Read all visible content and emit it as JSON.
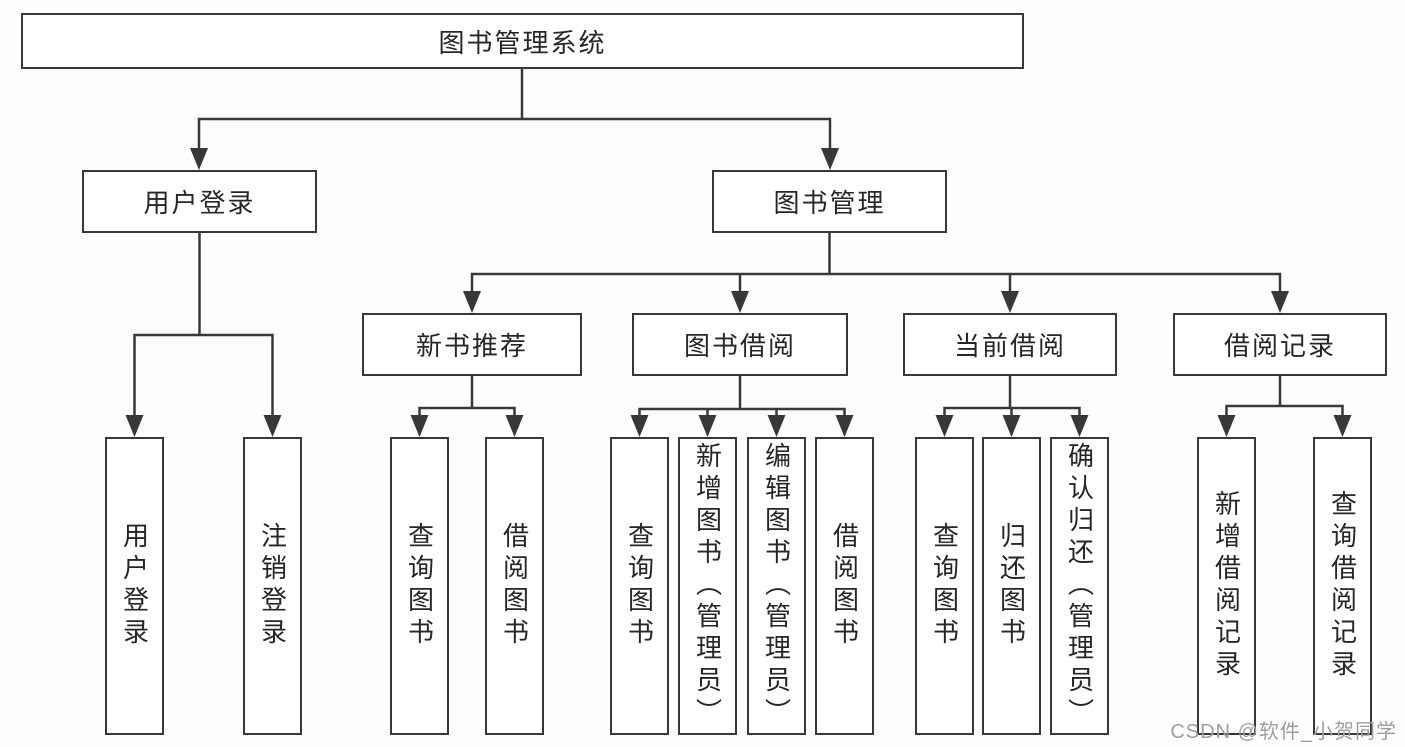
{
  "tree": {
    "label": "图书管理系统",
    "children": [
      {
        "label": "用户登录",
        "children": [
          {
            "label": "用户登录"
          },
          {
            "label": "注销登录"
          }
        ]
      },
      {
        "label": "图书管理",
        "children": [
          {
            "label": "新书推荐",
            "children": [
              {
                "label": "查询图书"
              },
              {
                "label": "借阅图书"
              }
            ]
          },
          {
            "label": "图书借阅",
            "children": [
              {
                "label": "查询图书"
              },
              {
                "label": "新增图书（管理员）"
              },
              {
                "label": "编辑图书（管理员）"
              },
              {
                "label": "借阅图书"
              }
            ]
          },
          {
            "label": "当前借阅",
            "children": [
              {
                "label": "查询图书"
              },
              {
                "label": "归还图书"
              },
              {
                "label": "确认归还（管理员）"
              }
            ]
          },
          {
            "label": "借阅记录",
            "children": [
              {
                "label": "新增借阅记录"
              },
              {
                "label": "查询借阅记录"
              }
            ]
          }
        ]
      }
    ]
  },
  "watermark": "CSDN @软件_小贺同学",
  "colors": {
    "line": "#383838",
    "text": "#262626",
    "watermark": "#9e9e9e",
    "background": "#fdfdfd"
  }
}
